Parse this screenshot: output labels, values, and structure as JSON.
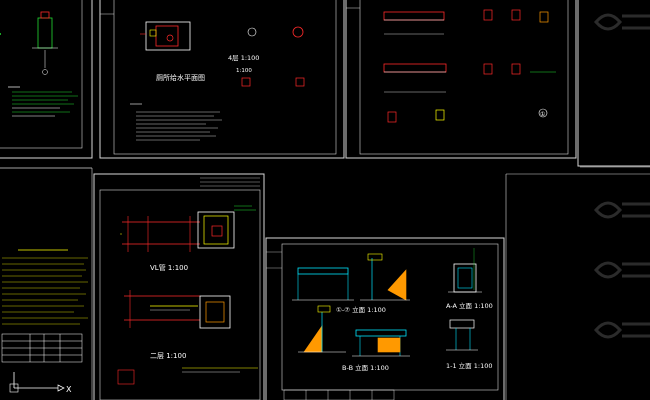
{
  "drawing": {
    "sheet_b_title": "厕所给水平面图",
    "sheet_b_scale_a": "4层 1:100",
    "sheet_b_scale_b": "1:100",
    "sheet_c_note_mark": "①",
    "sheet_d_title": "VL管 1:100",
    "sheet_d_bottom_label": "二层 1:100",
    "sheet_e_elev_left": "①-⑦ 立面 1:100",
    "sheet_e_elev_right": "A-A 立面 1:100",
    "sheet_e_sec_left": "B-B 立面 1:100",
    "sheet_e_sec_right": "1-1 立面 1:100",
    "legend_axis_x": "X"
  },
  "colors": {
    "background": "#000000",
    "frame": "#d8d8d8",
    "text_white": "#ffffff",
    "green": "#22dd33",
    "yellow": "#ffff00",
    "red": "#ff2a2a",
    "cyan": "#00e5ff",
    "magenta": "#ff3cff",
    "orange": "#ff9900",
    "watermark": "#2a2a2a"
  },
  "icons": {
    "axis": "ucs-axis-icon",
    "watermark": "site-watermark-logo"
  }
}
